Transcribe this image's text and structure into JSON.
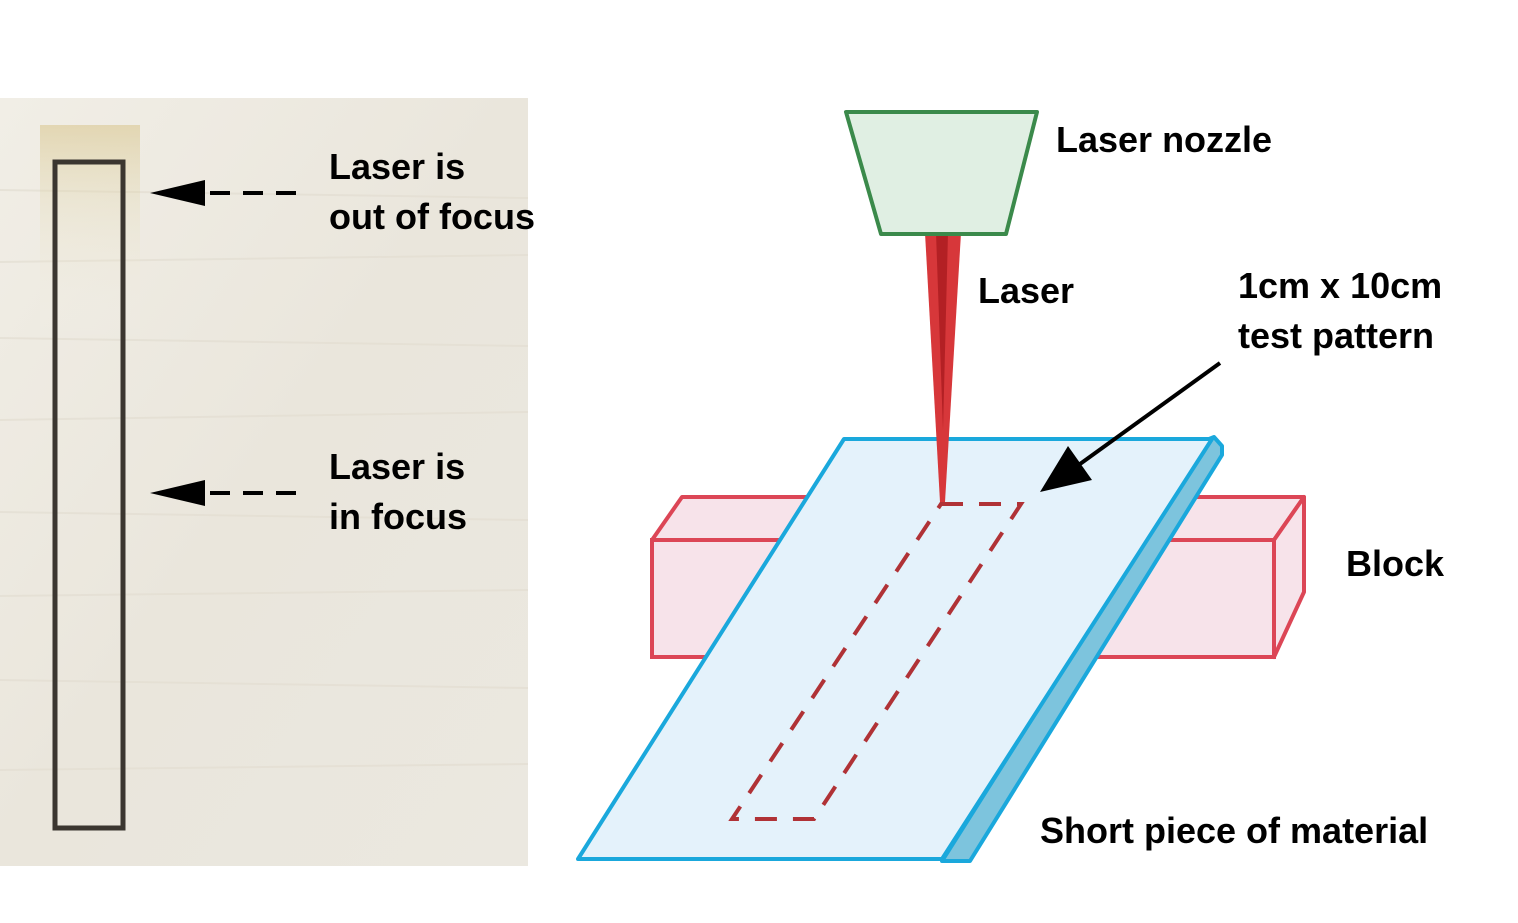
{
  "photo": {
    "annotation_top": {
      "line1": "Laser is",
      "line2": "out of focus"
    },
    "annotation_bottom": {
      "line1": "Laser is",
      "line2": "in focus"
    }
  },
  "diagram": {
    "nozzle_label": "Laser nozzle",
    "laser_label": "Laser",
    "pattern_label": {
      "line1": "1cm x 10cm",
      "line2": "test pattern"
    },
    "block_label": "Block",
    "material_label": "Short piece of material"
  },
  "colors": {
    "nozzle_fill": "#e0efe3",
    "nozzle_stroke": "#3b8a4b",
    "laser": "#d7373a",
    "laser_core": "#b32024",
    "block_fill": "#f7e3ea",
    "block_stroke": "#dc4656",
    "material_fill": "#e4f2fb",
    "material_stroke": "#1aa8dc",
    "material_edge": "#7dc4dd",
    "pattern_dash": "#b03236",
    "wood": "#ece8df"
  }
}
